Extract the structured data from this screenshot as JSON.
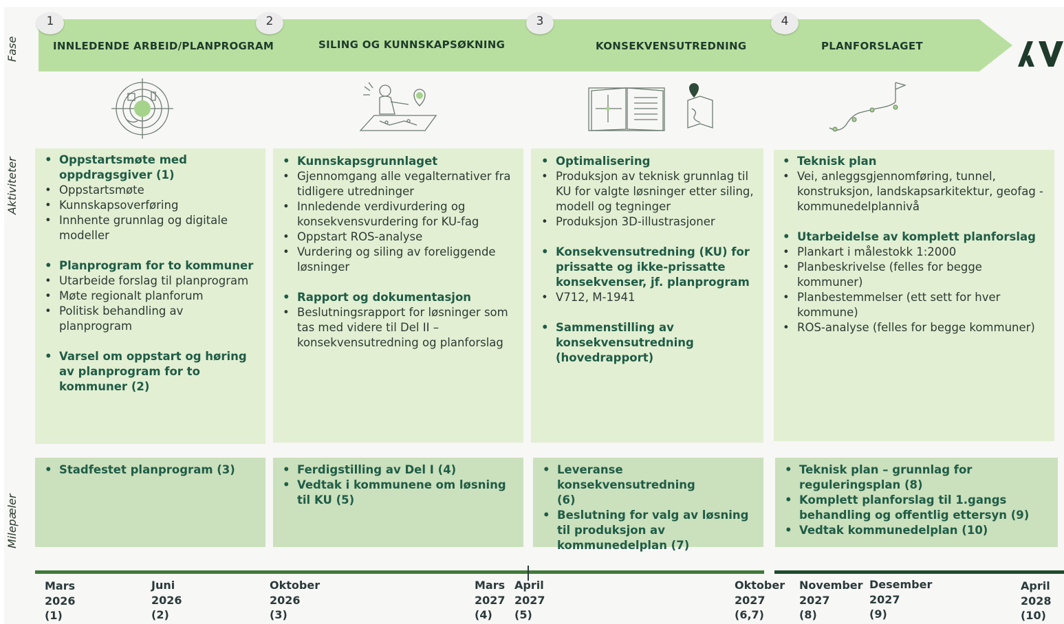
{
  "row_labels": {
    "fase": "Fase",
    "aktiviteter": "Aktiviteter",
    "milepaeler": "Milepæler"
  },
  "phases": [
    {
      "number": "1",
      "title": "INNLEDENDE ARBEID/PLANPROGRAM",
      "icon": "target-map-icon"
    },
    {
      "number": "2",
      "title": "SILING OG KUNNSKAPSØKNING",
      "icon": "person-map-icon"
    },
    {
      "number": "3",
      "title": "KONSEKVENSUTREDNING",
      "icon": "open-book-map-icon"
    },
    {
      "number": "4",
      "title": "PLANFORSLAGET",
      "icon": "route-flag-icon"
    }
  ],
  "logo_text": "AV",
  "activities": [
    [
      {
        "text": "Oppstartsmøte med oppdragsgiver (1)",
        "heading": true
      },
      {
        "text": "Oppstartsmøte"
      },
      {
        "text": "Kunnskapsoverføring"
      },
      {
        "text": "Innhente grunnlag og digitale modeller"
      },
      {
        "text": "Planprogram for to kommuner",
        "heading": true,
        "gap": true
      },
      {
        "text": "Utarbeide forslag til planprogram"
      },
      {
        "text": "Møte regionalt planforum"
      },
      {
        "text": "Politisk behandling av planprogram"
      },
      {
        "text": "Varsel om oppstart og høring av planprogram for to kommuner (2)",
        "heading": true,
        "gap": true
      }
    ],
    [
      {
        "text": "Kunnskapsgrunnlaget",
        "heading": true
      },
      {
        "text": "Gjennomgang alle vegalternativer fra tidligere utredninger"
      },
      {
        "text": "Innledende  verdivurdering og konsekvensvurdering for KU-fag"
      },
      {
        "text": "Oppstart ROS-analyse"
      },
      {
        "text": "Vurdering og siling av foreliggende løsninger"
      },
      {
        "text": "Rapport og dokumentasjon",
        "heading": true,
        "gap": true
      },
      {
        "text": "Beslutningsrapport for løsninger som tas med videre til Del II – konsekvensutredning og planforslag"
      }
    ],
    [
      {
        "text": "Optimalisering",
        "heading": true
      },
      {
        "text": "Produksjon av teknisk grunnlag til KU for valgte løsninger etter siling, modell og tegninger"
      },
      {
        "text": "Produksjon 3D-illustrasjoner"
      },
      {
        "text": "Konsekvensutredning (KU) for prissatte og ikke-prissatte konsekvenser, jf. planprogram",
        "heading": true,
        "gap": true
      },
      {
        "text": "V712, M-1941"
      },
      {
        "text": "Sammenstilling av konsekvensutredning (hovedrapport)",
        "heading": true,
        "gap": true
      }
    ],
    [
      {
        "text": "Teknisk plan",
        "heading": true
      },
      {
        "text": "Vei, anleggsgjennomføring, tunnel, konstruksjon, landskapsarkitektur, geofag - kommunedelplannivå"
      },
      {
        "text": "Utarbeidelse av komplett planforslag",
        "heading": true,
        "gap": true
      },
      {
        "text": "Plankart i målestokk 1:2000"
      },
      {
        "text": "Planbeskrivelse (felles for begge kommuner)"
      },
      {
        "text": "Planbestemmelser (ett sett for hver kommune)"
      },
      {
        "text": "ROS-analyse (felles for begge kommuner)"
      }
    ]
  ],
  "milestones": [
    [
      "Stadfestet planprogram  (3)"
    ],
    [
      "Ferdigstilling av Del I (4)",
      "Vedtak i kommunene om løsning til KU (5)"
    ],
    [
      "Leveranse konsekvensutredning (6)",
      "Beslutning for valg av løsning til produksjon av kommunedelplan (7)"
    ],
    [
      "Teknisk plan – grunnlag for reguleringsplan (8)",
      "Komplett planforslag til 1.gangs behandling og offentlig ettersyn (9)",
      "Vedtak kommunedelplan (10)"
    ]
  ],
  "timeline": [
    {
      "month": "Mars",
      "year": "2026",
      "ref": "(1)"
    },
    {
      "month": "Juni",
      "year": "2026",
      "ref": "(2)"
    },
    {
      "month": "Oktober",
      "year": "2026",
      "ref": "(3)"
    },
    {
      "month": "Mars",
      "year": "2027",
      "ref": "(4)"
    },
    {
      "month": "April",
      "year": "2027",
      "ref": "(5)"
    },
    {
      "month": "Oktober",
      "year": "2027",
      "ref": "(6,7)"
    },
    {
      "month": "November",
      "year": "2027",
      "ref": "(8)"
    },
    {
      "month": "Desember",
      "year": "2027",
      "ref": "(9)"
    },
    {
      "month": "April",
      "year": "2028",
      "ref": "(10)"
    }
  ],
  "colors": {
    "arrow": "#b9dfa0",
    "activity_card": "#e2efd3",
    "milestone_card": "#cbe0bd",
    "heading_text": "#1f5c46",
    "timeline_light": "#3f7a3a",
    "timeline_dark": "#1f4a2e"
  }
}
